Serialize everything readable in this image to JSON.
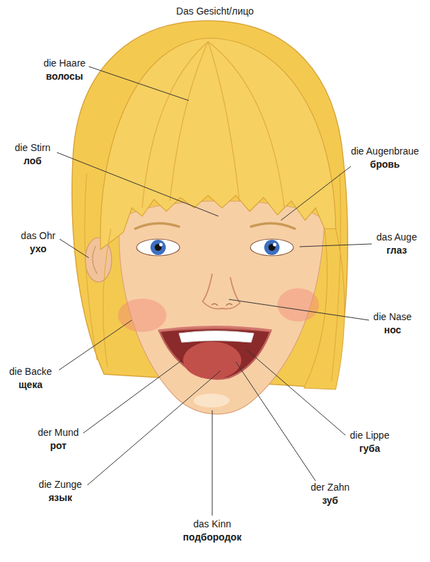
{
  "diagram": {
    "title": "Das Gesicht/лицо",
    "labels": [
      "die Haare",
      "волосы",
      "die Stirn",
      "лоб",
      "die Augenbraue",
      "бровь",
      "das Ohr",
      "ухо",
      "das Auge",
      "глаз",
      "die Nase",
      "нос",
      "die Backe",
      "щека",
      "der Mund",
      "рот",
      "die Lippe",
      "губа",
      "die Zunge",
      "язык",
      "der Zahn",
      "зуб",
      "das Kinn",
      "подбородок"
    ]
  }
}
